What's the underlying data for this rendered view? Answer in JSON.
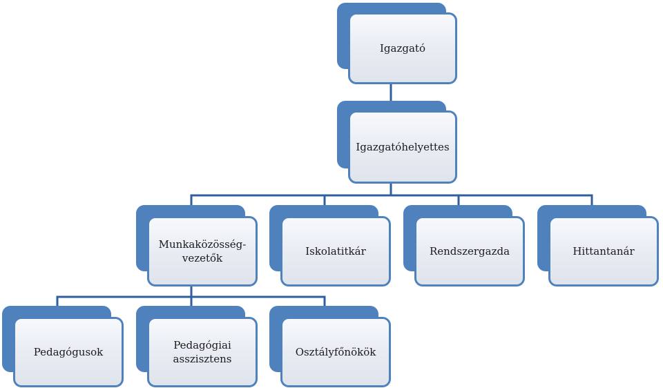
{
  "diagram": {
    "accent_color": "#4f81bd",
    "connector_color": "#2f5f9f",
    "nodes": {
      "igazgato": {
        "label": "Igazgató"
      },
      "helyettes": {
        "label": "Igazgatóhelyettes"
      },
      "munkakozosseg": {
        "label": "Munkaközösség-\nvezetők"
      },
      "iskolatitkar": {
        "label": "Iskolatitkár"
      },
      "rendszergazda": {
        "label": "Rendszergazda"
      },
      "hittantanar": {
        "label": "Hittantanár"
      },
      "pedagogusok": {
        "label": "Pedagógusok"
      },
      "asszisztens": {
        "label": "Pedagógiai\nasszisztens"
      },
      "osztalyfonokok": {
        "label": "Osztályfőnökök"
      }
    }
  }
}
